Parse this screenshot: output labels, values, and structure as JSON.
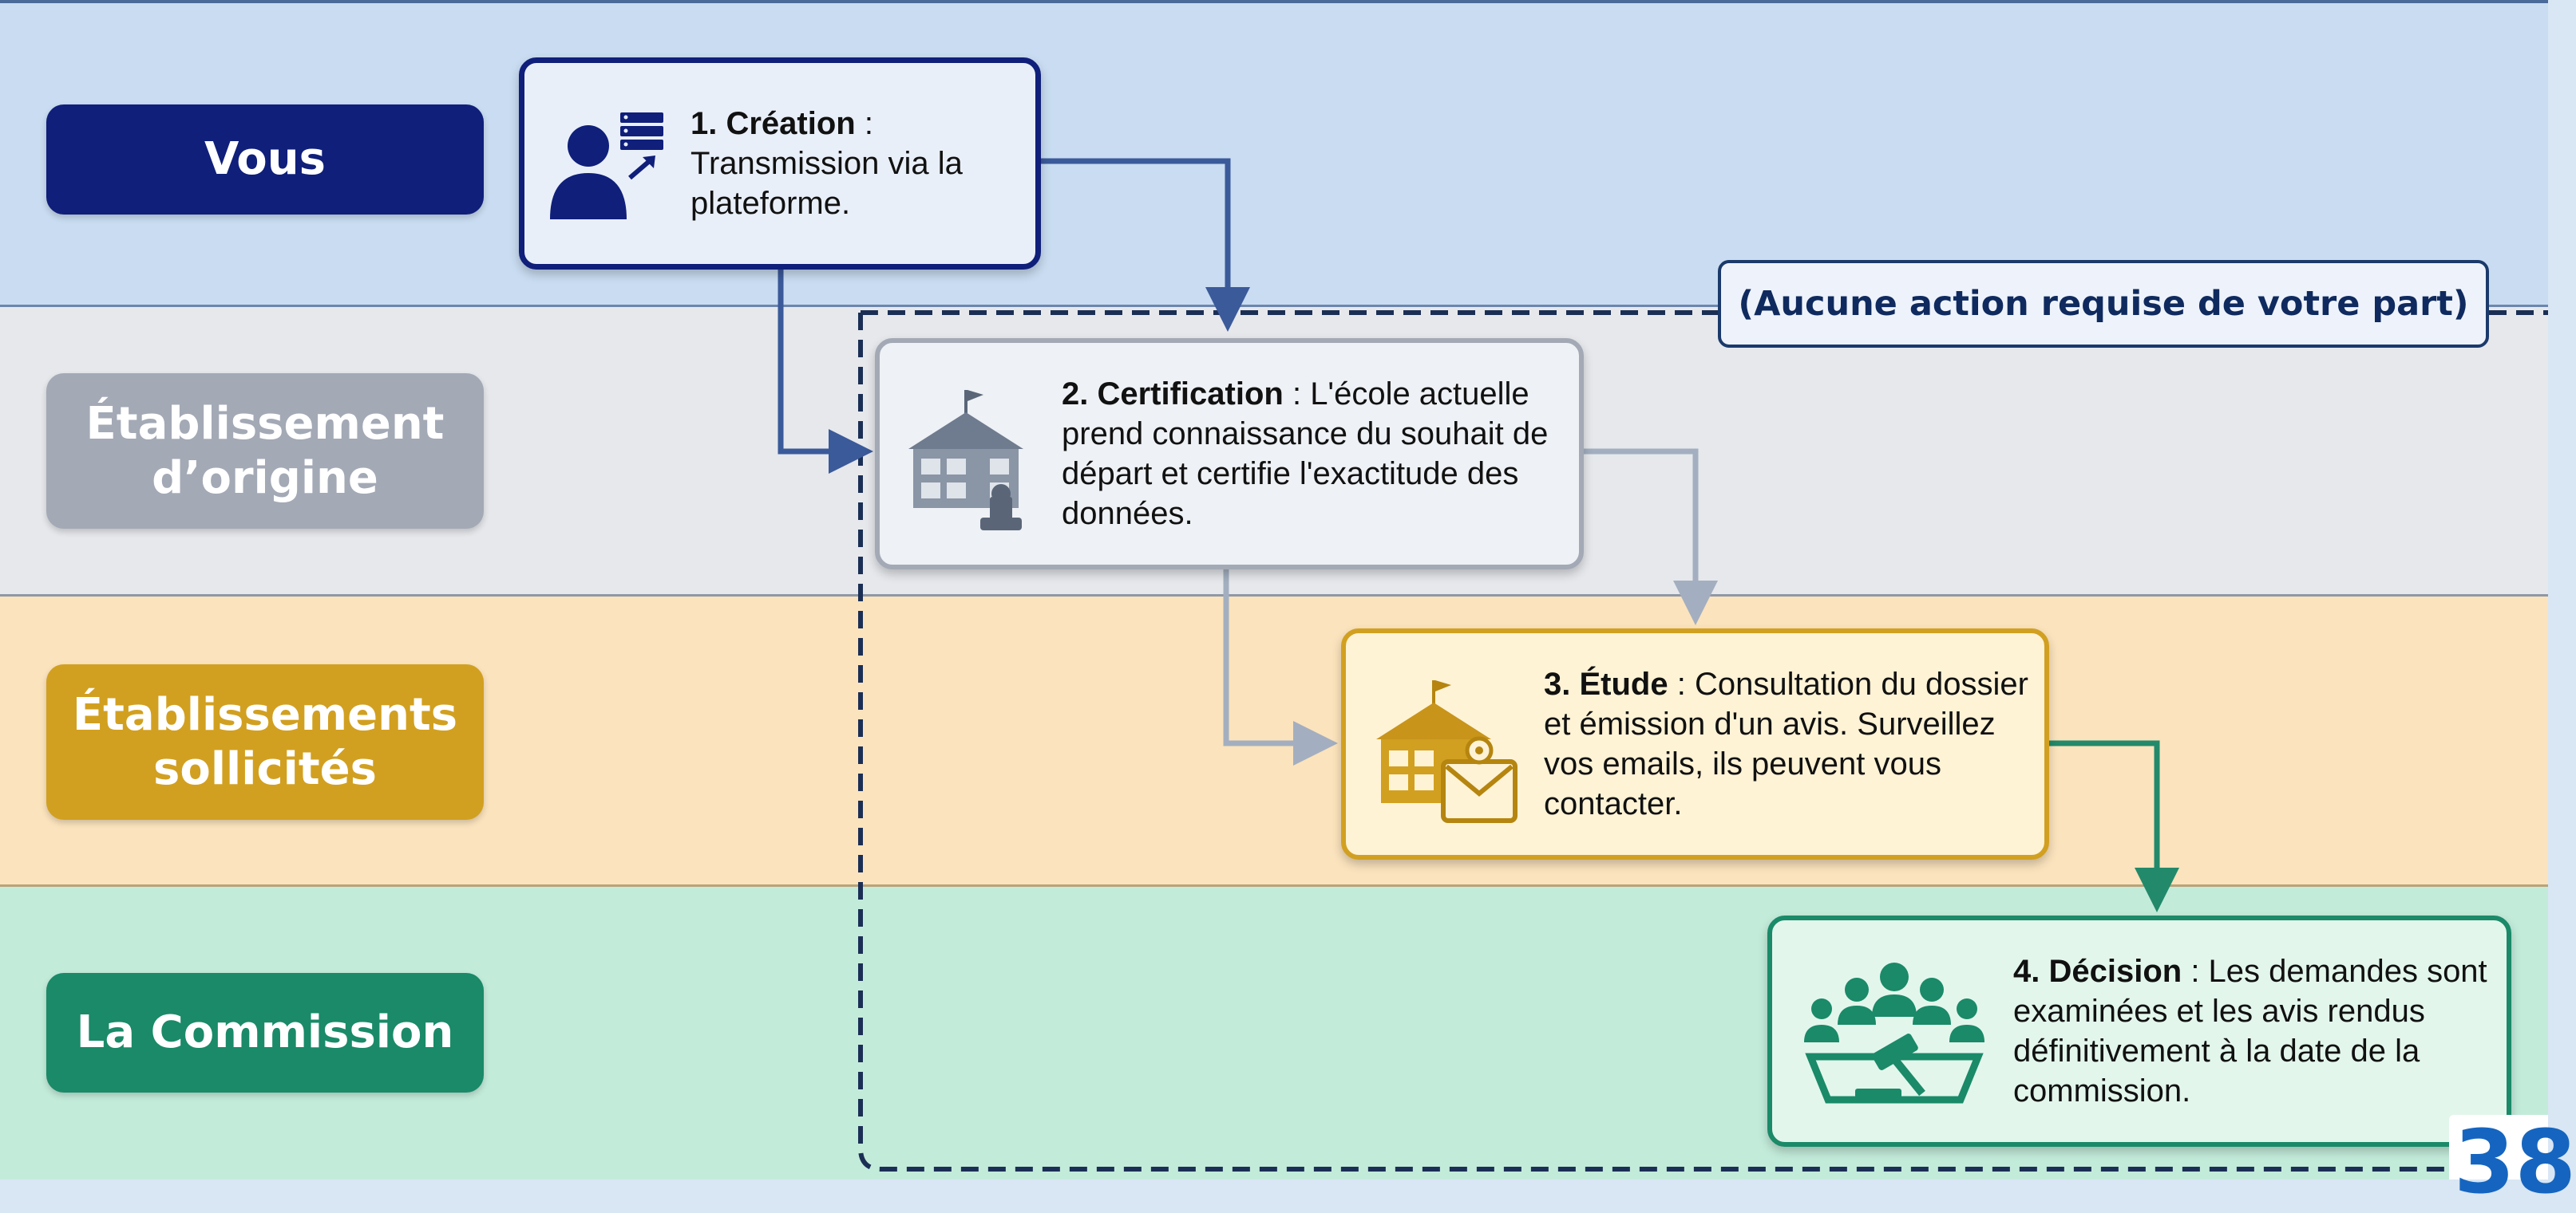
{
  "lanes": [
    {
      "label": "Vous",
      "color": "#0f1f7a",
      "background": "#c9dcf1"
    },
    {
      "label": "Établissement\nd’origine",
      "color": "#a3a9b5",
      "background": "#e6e8ec"
    },
    {
      "label": "Établissements\nsollicités",
      "color": "#d2a020",
      "background": "#fbe3bd"
    },
    {
      "label": "La Commission",
      "color": "#1a8a68",
      "background": "#c3ebda"
    }
  ],
  "steps": [
    {
      "title": "1. Création",
      "sep": " : ",
      "text": "Transmission via la plateforme.",
      "icon": "user-server-icon",
      "border_color": "#0f1f7a"
    },
    {
      "title": "2. Certification",
      "sep": " : ",
      "text": "L'école actuelle prend connaissance du souhait de départ et certifie l'exactitude des données.",
      "icon": "school-stamp-icon",
      "border_color": "#a3a9b5"
    },
    {
      "title": "3. Étude",
      "sep": " : ",
      "text": "Consultation du dossier et émission d'un avis. Surveillez vos emails, ils peuvent vous contacter.",
      "icon": "school-email-icon",
      "border_color": "#d2a020"
    },
    {
      "title": "4. Décision",
      "sep": " : ",
      "text": "Les demandes sont examinées et les avis rendus définitivement à la date de la commission.",
      "icon": "committee-gavel-icon",
      "border_color": "#1a8a68"
    }
  ],
  "callout": {
    "text": "(Aucune action requise de votre part)"
  },
  "page_number": "38",
  "colors": {
    "navy": "#0f1f7a",
    "gray": "#a3a9b5",
    "gold": "#d2a020",
    "green": "#1a8a68",
    "connector_blue": "#3b5a9a",
    "connector_gray": "#a3afc0",
    "connector_green": "#228a6a",
    "dashed_border": "#1b2f55"
  }
}
